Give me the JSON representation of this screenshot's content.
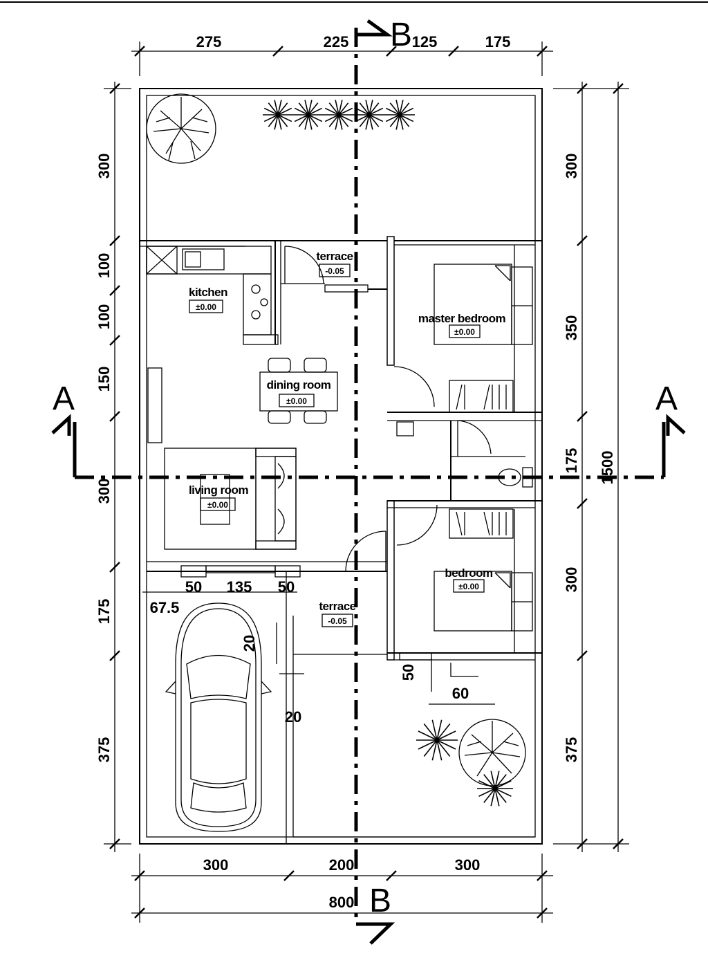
{
  "section_marks": {
    "a": "A",
    "b": "B"
  },
  "dimensions": {
    "top": [
      "275",
      "225",
      "125",
      "175"
    ],
    "bottom": [
      "300",
      "200",
      "300"
    ],
    "overall_width": "800",
    "left": [
      "300",
      "100",
      "100",
      "150",
      "300",
      "175",
      "375"
    ],
    "right": [
      "300",
      "350",
      "175",
      "300",
      "375"
    ],
    "overall_length": "1500",
    "garage": [
      "50",
      "135",
      "50",
      "67.5"
    ],
    "misc": [
      "20",
      "20",
      "50",
      "60"
    ]
  },
  "rooms": {
    "kitchen": {
      "label": "kitchen",
      "level": "±0.00"
    },
    "terrace_top": {
      "label": "terrace",
      "level": "-0.05"
    },
    "master_bedroom": {
      "label": "master bedroom",
      "level": "±0.00"
    },
    "dining_room": {
      "label": "dining room",
      "level": "±0.00"
    },
    "living_room": {
      "label": "living room",
      "level": "±0.00"
    },
    "bedroom": {
      "label": "bedroom",
      "level": "±0.00"
    },
    "terrace_bottom": {
      "label": "terrace",
      "level": "-0.05"
    }
  },
  "colors": {
    "line": "#000000",
    "background": "#ffffff"
  }
}
